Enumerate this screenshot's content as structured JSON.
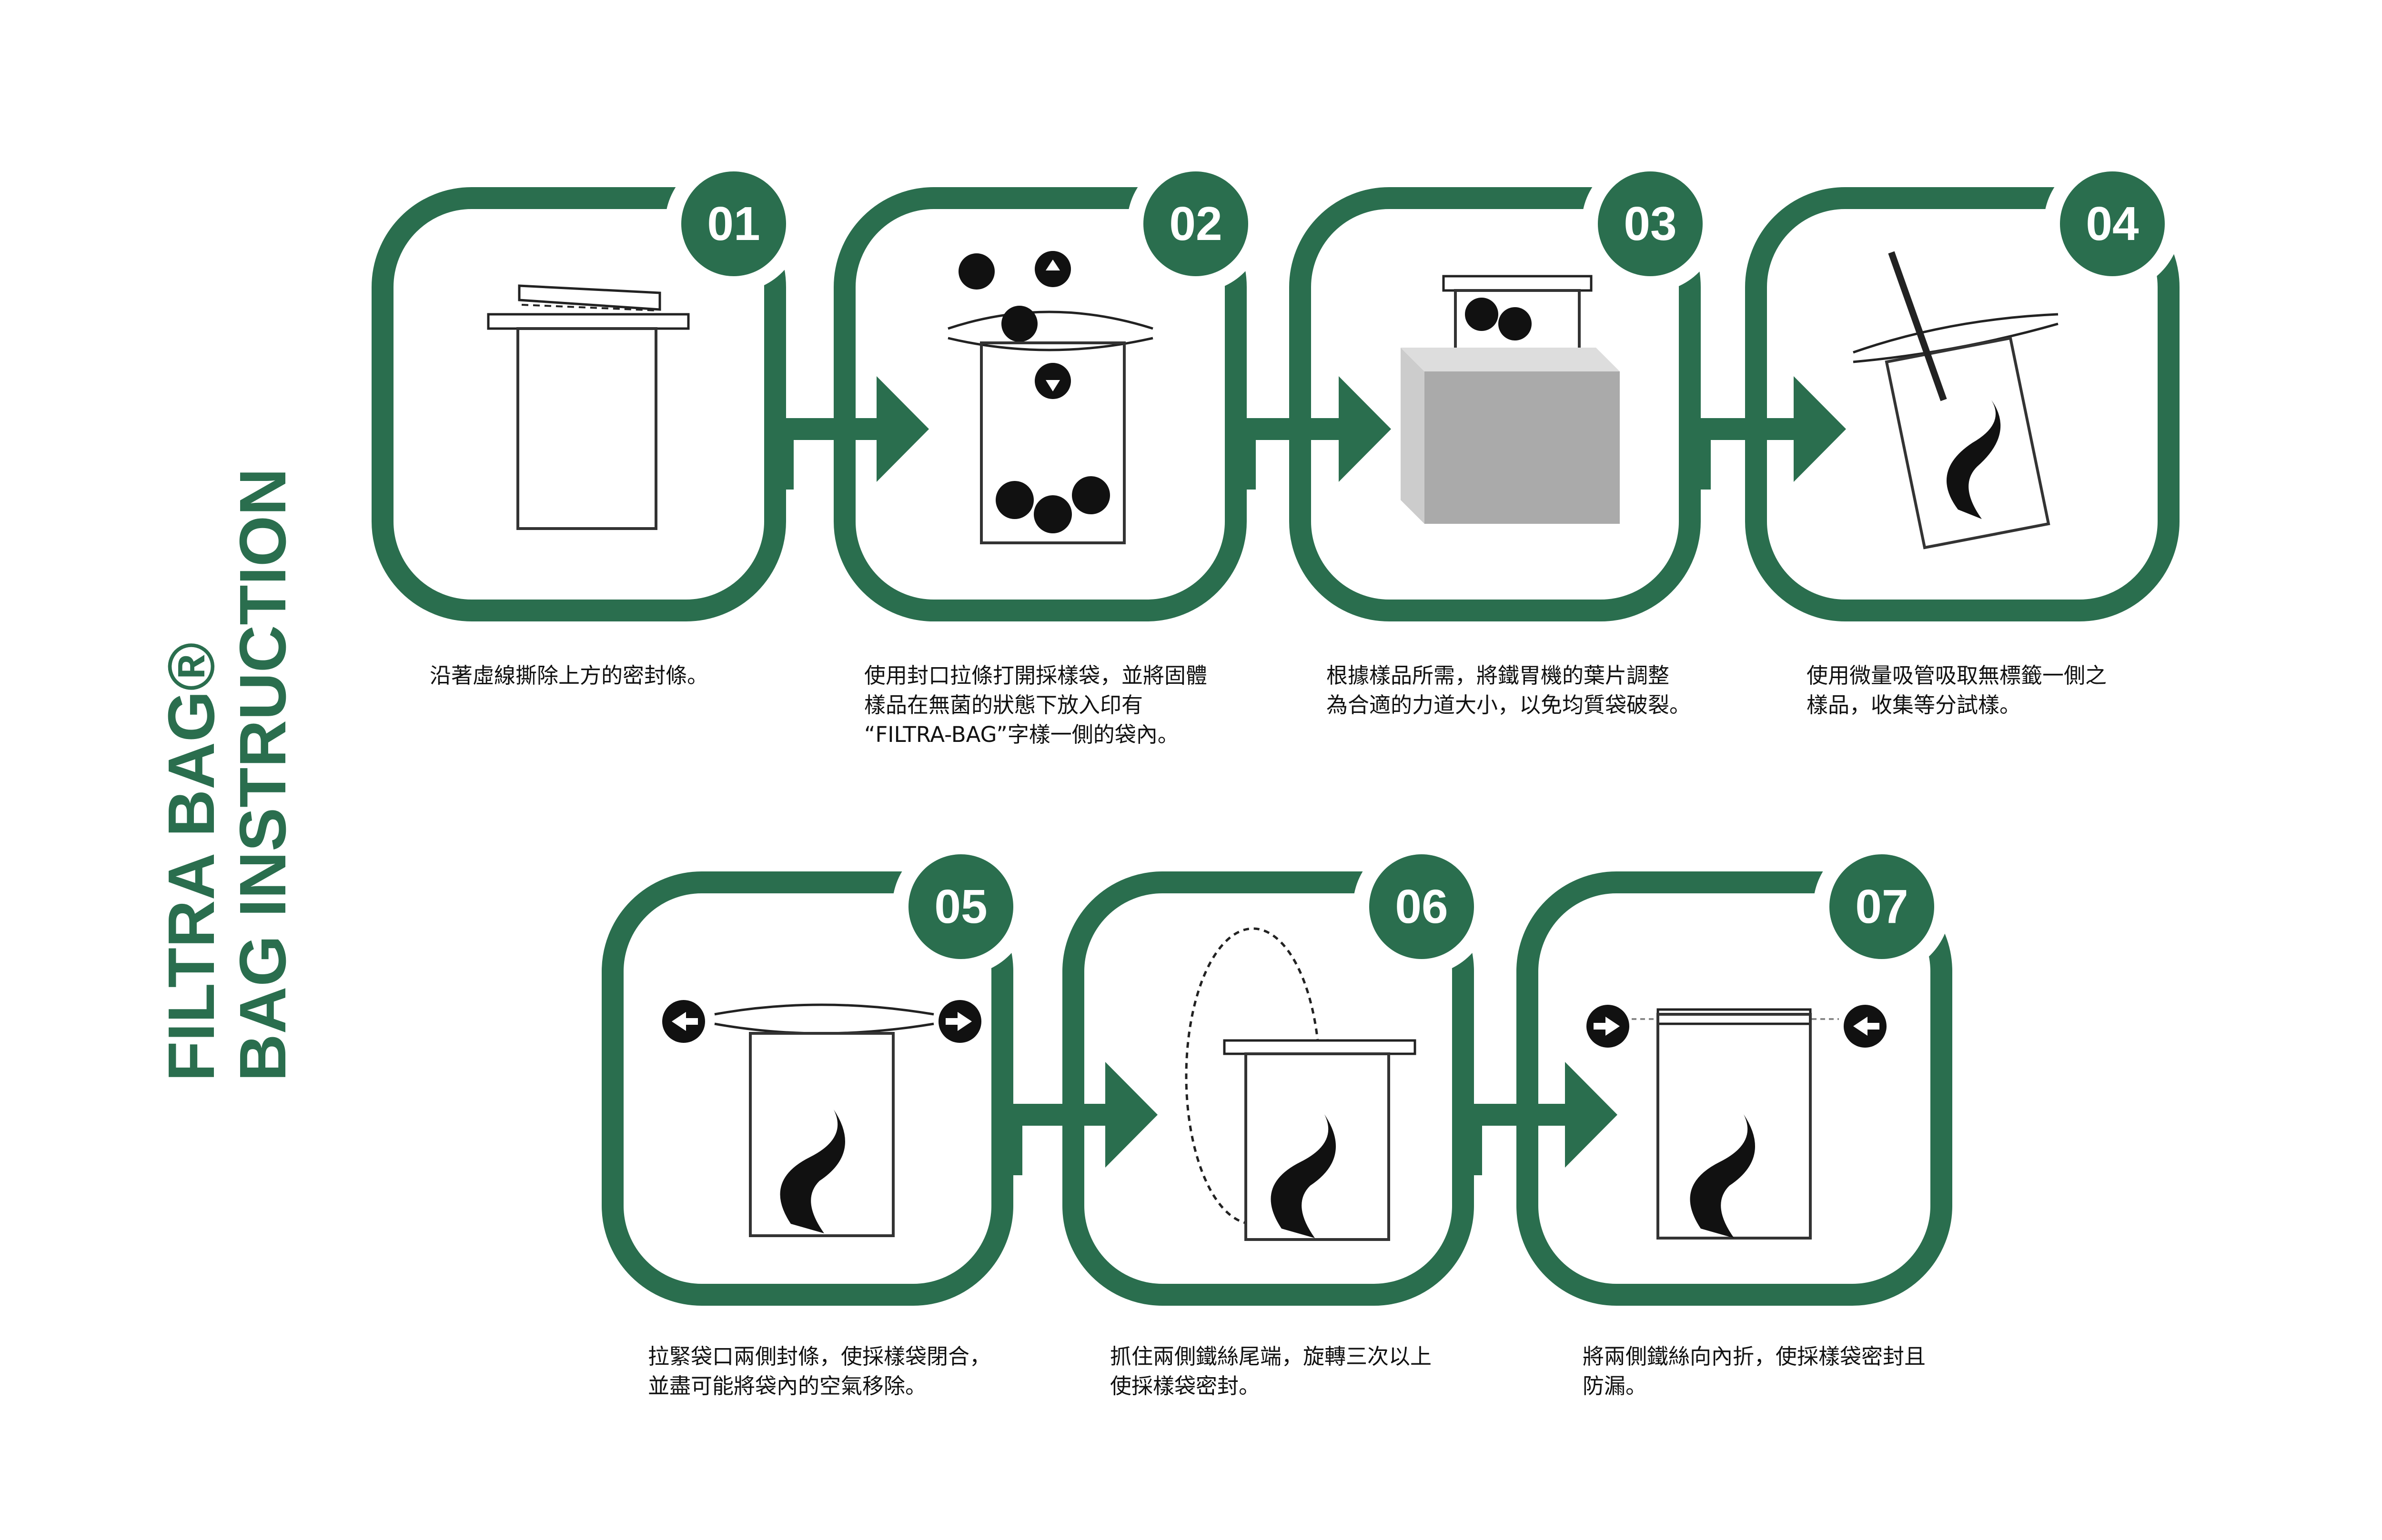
{
  "title": {
    "line1": "FILTRA BAG®",
    "line2": "BAG INSTRUCTION"
  },
  "brand_color": "#2a6e4e",
  "steps": [
    {
      "number": "01",
      "text": "沿著虛線撕除上方的密封條。"
    },
    {
      "number": "02",
      "text": "使用封口拉條打開採樣袋，並將固體\n樣品在無菌的狀態下放入印有\n“FILTRA-BAG”字樣一側的袋內。"
    },
    {
      "number": "03",
      "text": "根據樣品所需，將鐵胃機的葉片調整\n為合適的力道大小，以免均質袋破裂。"
    },
    {
      "number": "04",
      "text": "使用微量吸管吸取無標籤一側之\n樣品，收集等分試樣。"
    },
    {
      "number": "05",
      "text": "拉緊袋口兩側封條，使採樣袋閉合，\n並盡可能將袋內的空氣移除。"
    },
    {
      "number": "06",
      "text": "抓住兩側鐵絲尾端，旋轉三次以上\n使採樣袋密封。"
    },
    {
      "number": "07",
      "text": "將兩側鐵絲向內折，使採樣袋密封且\n防漏。"
    }
  ]
}
